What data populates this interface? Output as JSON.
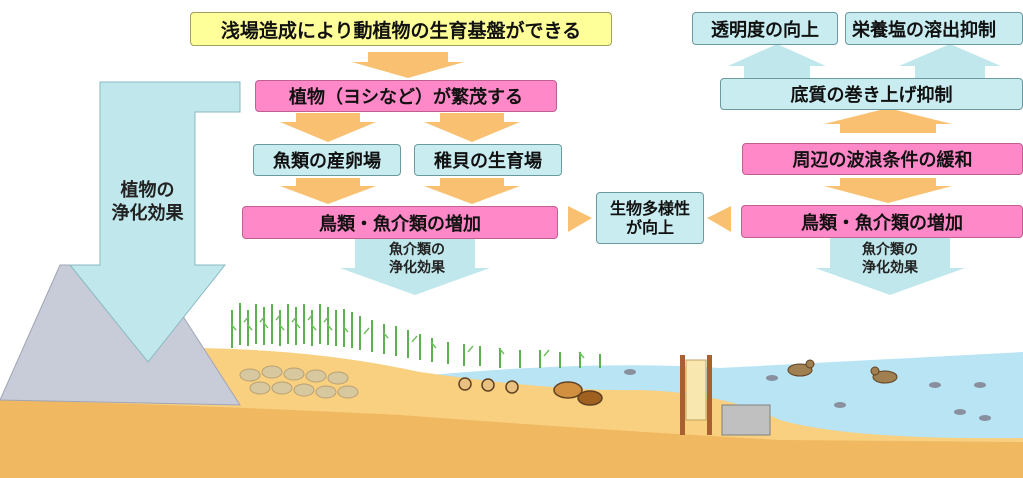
{
  "colors": {
    "yellow_box": "#ffff99",
    "pink_box": "#ff88c8",
    "blue_box": "#c8ecf0",
    "orange_arrow": "#f8c070",
    "blue_arrow": "#c0e8ec",
    "sand": "#f8cc70",
    "water": "#b8e4f4",
    "dike": "#c8ccd8"
  },
  "left": {
    "top": "浅場造成により動植物の生育基盤ができる",
    "plants": "植物（ヨシなど）が繁茂する",
    "fish_spawn": "魚類の産卵場",
    "shellfish": "稚貝の生育場",
    "increase": "鳥類・魚介類の増加",
    "purify": [
      "魚介類の",
      "浄化効果"
    ]
  },
  "plant_effect": [
    "植物の",
    "浄化効果"
  ],
  "center": [
    "生物多様性",
    "が向上"
  ],
  "right": {
    "transparency": "透明度の向上",
    "nutrient": "栄養塩の溶出抑制",
    "sediment": "底質の巻き上げ抑制",
    "waves": "周辺の波浪条件の緩和",
    "increase": "鳥類・魚介類の増加",
    "purify": [
      "魚介類の",
      "浄化効果"
    ]
  }
}
